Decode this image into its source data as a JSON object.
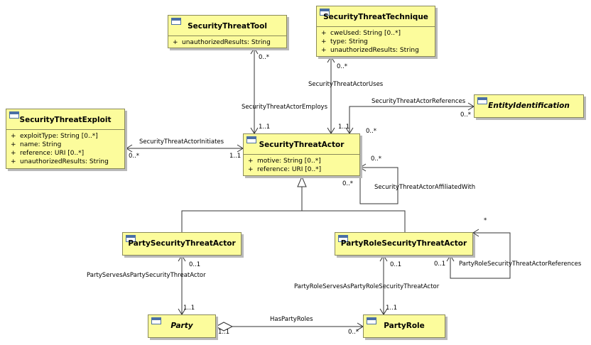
{
  "classes": {
    "tool": {
      "name": "SecurityThreatTool",
      "attributes": [
        {
          "vis": "+",
          "text": "unauthorizedResults: String"
        }
      ]
    },
    "technique": {
      "name": "SecurityThreatTechnique",
      "attributes": [
        {
          "vis": "+",
          "text": "cweUsed: String [0..*]"
        },
        {
          "vis": "+",
          "text": "type: String"
        },
        {
          "vis": "+",
          "text": "unauthorizedResults: String"
        }
      ]
    },
    "exploit": {
      "name": "SecurityThreatExploit",
      "attributes": [
        {
          "vis": "+",
          "text": "exploitType: String [0..*]"
        },
        {
          "vis": "+",
          "text": "name: String"
        },
        {
          "vis": "+",
          "text": "reference: URI [0..*]"
        },
        {
          "vis": "+",
          "text": "unauthorizedResults: String"
        }
      ]
    },
    "actor": {
      "name": "SecurityThreatActor",
      "attributes": [
        {
          "vis": "+",
          "text": "motive: String [0..*]"
        },
        {
          "vis": "+",
          "text": "reference: URI [0..*]"
        }
      ]
    },
    "entity": {
      "name": "EntityIdentification"
    },
    "partyActor": {
      "name": "PartySecurityThreatActor"
    },
    "partyRoleActor": {
      "name": "PartyRoleSecurityThreatActor"
    },
    "party": {
      "name": "Party"
    },
    "partyRole": {
      "name": "PartyRole"
    }
  },
  "associations": {
    "employs": {
      "name": "SecurityThreatActorEmploys",
      "mult_tool": "0..*",
      "mult_actor": "1..1"
    },
    "uses": {
      "name": "SecurityThreatActorUses",
      "mult_technique": "0..*",
      "mult_actor": "1..1"
    },
    "references": {
      "name": "SecurityThreatActorReferences",
      "mult_entity": "0..*",
      "mult_actor": "0..*"
    },
    "initiates": {
      "name": "SecurityThreatActorInitiates",
      "mult_exploit": "0..*",
      "mult_actor": "1..1"
    },
    "affiliated": {
      "name": "SecurityThreatActorAffiliatedWith",
      "mult_a": "0..*",
      "mult_b": "0..*"
    },
    "partyServes": {
      "name": "PartyServesAsPartySecurityThreatActor",
      "mult_actor": "0..1",
      "mult_party": "1..1"
    },
    "partyRoleServes": {
      "name": "PartyRoleServesAsPartyRoleSecurityThreatActor",
      "mult_actor": "0..1",
      "mult_role": "1..1"
    },
    "roleReferences": {
      "name": "PartyRoleSecurityThreatActorReferences",
      "mult_a": "0..1",
      "mult_b": "*"
    },
    "hasRoles": {
      "name": "HasPartyRoles",
      "mult_party": "1..1",
      "mult_role": "0..*"
    }
  }
}
